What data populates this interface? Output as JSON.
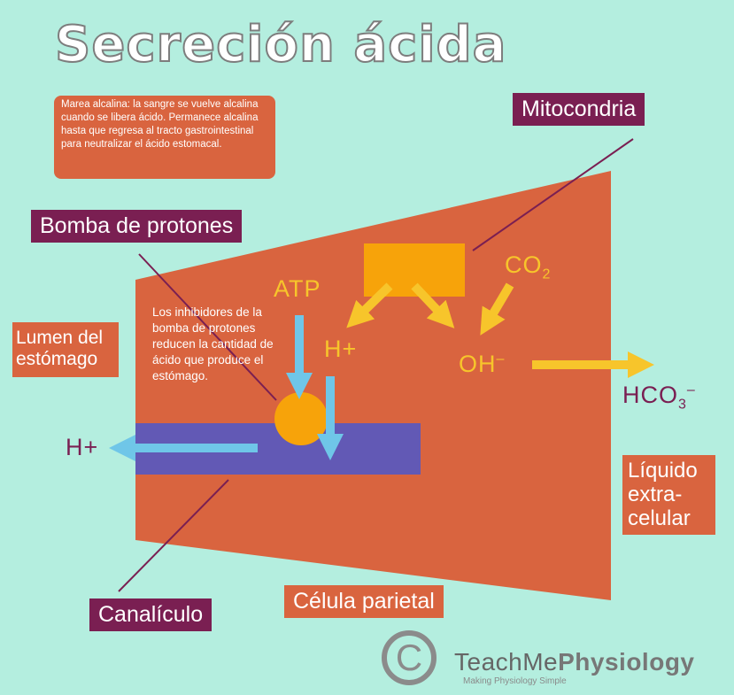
{
  "title": "Secreción ácida",
  "note": "Marea alcalina: la sangre se vuelve alcalina cuando se libera ácido. Permanece alcalina hasta que regresa al tracto gastrointestinal para neutralizar el ácido estomacal.",
  "labels": {
    "mitocondria": "Mitocondria",
    "bomba": "Bomba de protones",
    "lumen": "Lumen del estómago",
    "liquido_lines": [
      "Líquido",
      "extra-",
      "celular"
    ],
    "canaliculo": "Canalículo",
    "celula": "Célula parietal"
  },
  "inhibitors_text": "Los inhibidores de la bomba de protones reducen la cantidad de ácido que produce el estómago.",
  "chem": {
    "atp": "ATP",
    "h_inside": "H+",
    "h_lumen": "H+",
    "co2_base": "CO",
    "co2_sub": "2",
    "oh_base": "OH",
    "oh_sup": "–",
    "hco3_base": "HCO",
    "hco3_sub": "3",
    "hco3_sup": "–"
  },
  "logo": {
    "symbol": "C",
    "name_part1": "TeachMe",
    "name_part2": "Physiology",
    "tagline": "Making Physiology Simple"
  },
  "colors": {
    "background": "#b4eedf",
    "cell": "#d9643f",
    "purple_label": "#7a1f52",
    "canaliculus": "#6259b5",
    "arrow_blue": "#6fc6e8",
    "arrow_yellow": "#f7c52b",
    "mitochondria": "#f7a30a"
  }
}
